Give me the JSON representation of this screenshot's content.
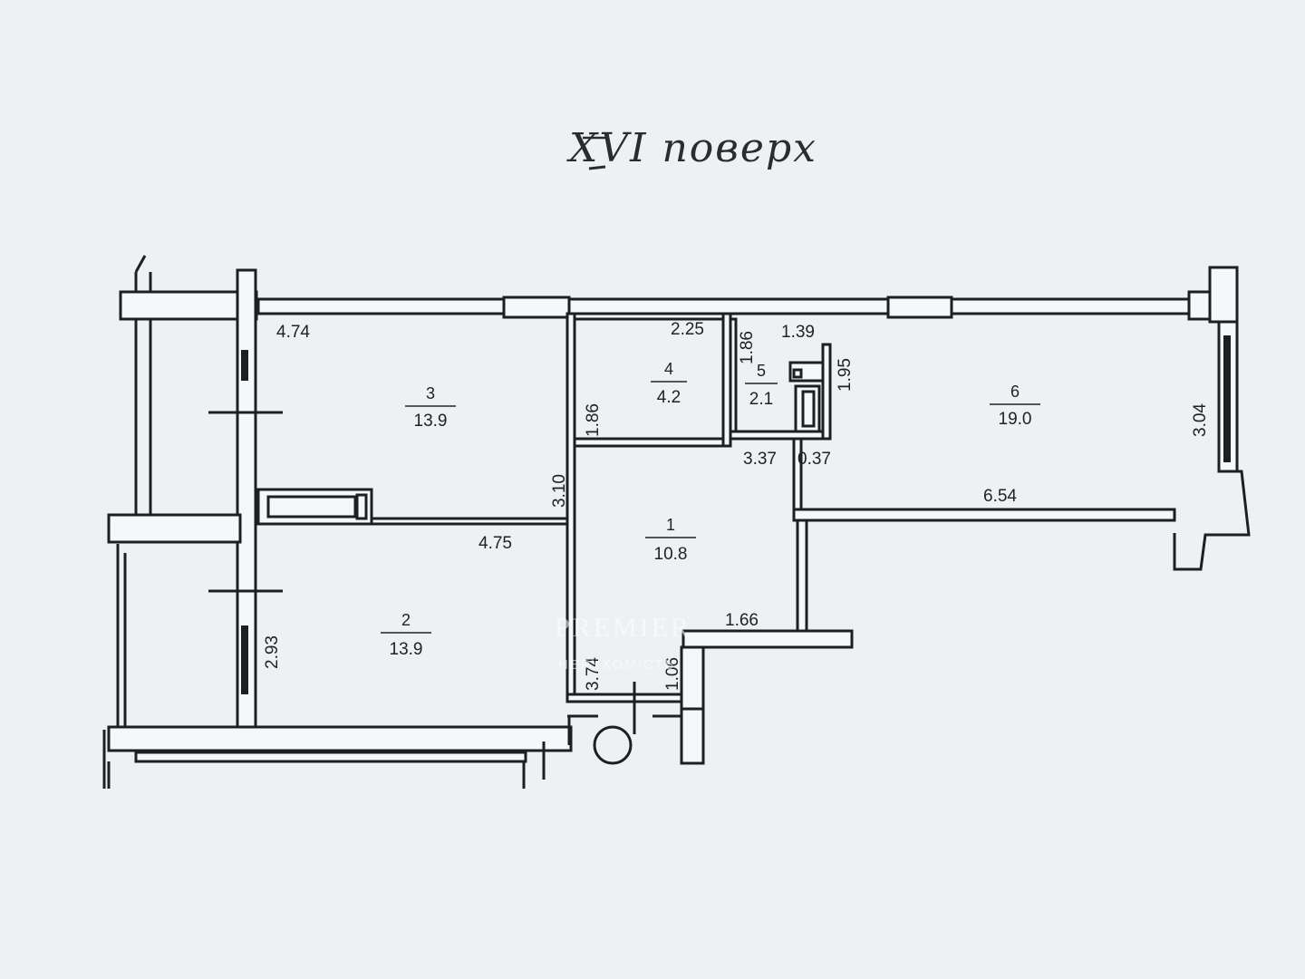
{
  "floor_label": "XVI поверх",
  "watermark": {
    "brand": "PREMIER",
    "subtitle": "НЕРУХОМІСТЬ"
  },
  "rooms": [
    {
      "number": "1",
      "area": "10.8"
    },
    {
      "number": "2",
      "area": "13.9"
    },
    {
      "number": "3",
      "area": "13.9"
    },
    {
      "number": "4",
      "area": "4.2"
    },
    {
      "number": "5",
      "area": "2.1"
    },
    {
      "number": "6",
      "area": "19.0"
    }
  ],
  "dimensions": {
    "room3_width": "4.74",
    "room3_depth": "3.10",
    "room2_width": "4.75",
    "room2_depth": "2.93",
    "room4_width": "2.25",
    "room4_depth": "1.86",
    "room5_width": "1.39",
    "room5_depth": "1.86",
    "room5_side": "1.95",
    "hall_width": "3.37",
    "hall_depth": "3.74",
    "hall_niche": "1.66",
    "niche_depth": "1.06",
    "gap": "0.37",
    "room6_width": "6.54",
    "room6_depth": "3.04"
  }
}
